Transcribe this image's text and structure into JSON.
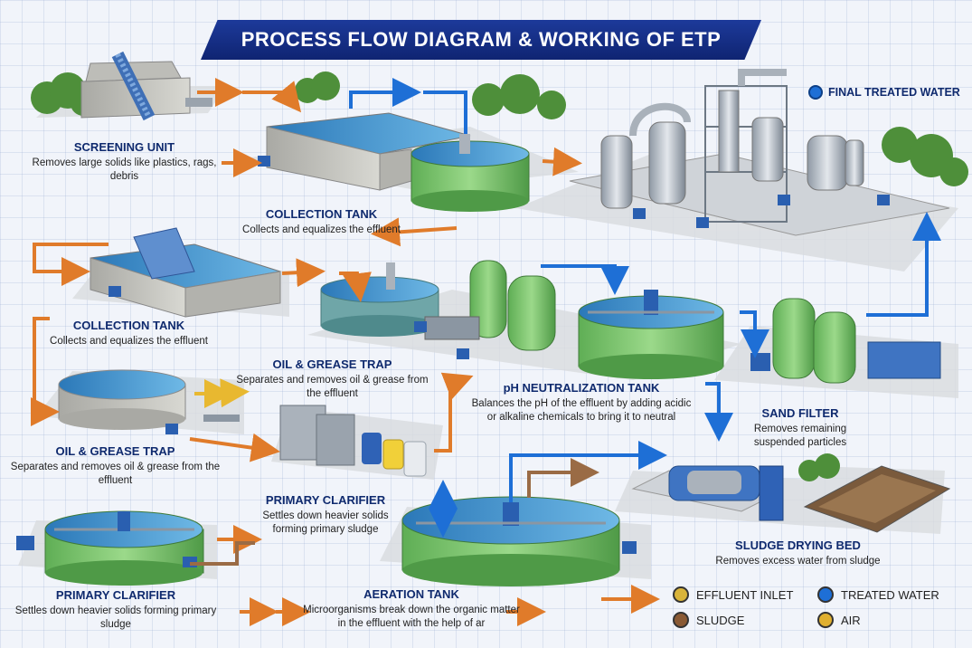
{
  "title": "PROCESS FLOW DIAGRAM & WORKING OF ETP",
  "final_output": "FINAL TREATED WATER",
  "stages": {
    "screening": {
      "heading": "SCREENING UNIT",
      "desc": "Removes large solids like plastics, rags, debris"
    },
    "collection_top": {
      "heading": "COLLECTION TANK",
      "desc": "Collects and equalizes the effluent"
    },
    "collection_left": {
      "heading": "COLLECTION TANK",
      "desc": "Collects and equalizes the effluent"
    },
    "oil_mid": {
      "heading": "OIL & GREASE TRAP",
      "desc": "Separates and removes oil & grease from the effluent"
    },
    "oil_left": {
      "heading": "OIL & GREASE TRAP",
      "desc": "Separates and removes oil & grease from the effluent"
    },
    "ph": {
      "heading": "pH NEUTRALIZATION TANK",
      "desc": "Balances the pH of the effluent by adding acidic or alkaline chemicals to bring it to neutral"
    },
    "sand": {
      "heading": "SAND FILTER",
      "desc": "Removes remaining suspended particles"
    },
    "primary_mid": {
      "heading": "PRIMARY CLARIFIER",
      "desc": "Settles down heavier solids forming primary sludge"
    },
    "primary_left": {
      "heading": "PRIMARY CLARIFIER",
      "desc": "Settles down heavier solids forming primary sludge"
    },
    "aeration": {
      "heading": "AERATION TANK",
      "desc": "Microorganisms break down the organic matter in the effluent with the help of ar"
    },
    "sludge_bed": {
      "heading": "SLUDGE DRYING BED",
      "desc": "Removes excess water from sludge"
    }
  },
  "legend": {
    "effluent": {
      "label": "EFFLUENT INLET",
      "color": "#d9b43a"
    },
    "treated": {
      "label": "TREATED WATER",
      "color": "#1e6fd6"
    },
    "sludge": {
      "label": "SLUDGE",
      "color": "#8a5a34"
    },
    "air": {
      "label": "AIR",
      "color": "#e0b030"
    }
  },
  "colors": {
    "title_bg": "#1d3a9a",
    "effluent_arrow": "#e07b2a",
    "treated_arrow": "#1e6fd6",
    "sludge_arrow": "#9a6b45",
    "air_arrow": "#e8b830",
    "tank_green": "#7cc46a",
    "tank_steel": "#b9c1cb",
    "water": "#3a8fd0",
    "concrete": "#c9c9c4"
  }
}
